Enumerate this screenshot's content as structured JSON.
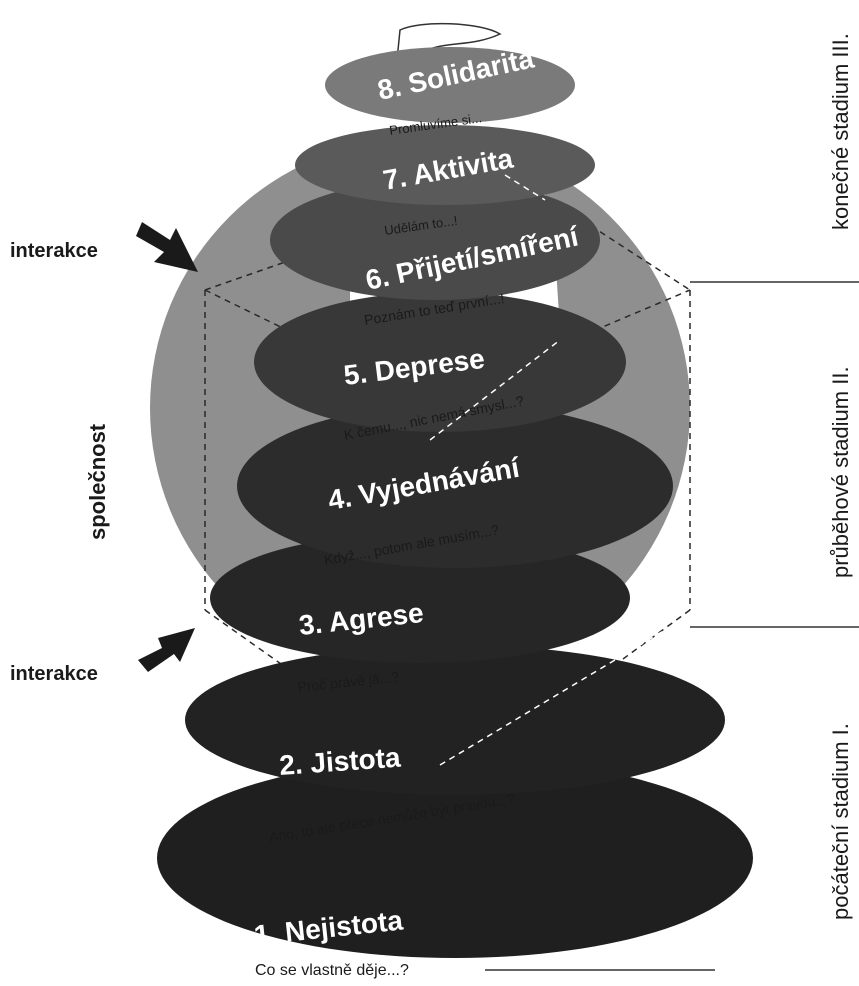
{
  "diagram": {
    "levels": [
      {
        "title": "1. Nejistota"
      },
      {
        "title": "2. Jistota"
      },
      {
        "title": "3. Agrese"
      },
      {
        "title": "4. Vyjednávání"
      },
      {
        "title": "5. Deprese"
      },
      {
        "title": "6. Přijetí/smíření"
      },
      {
        "title": "7. Aktivita"
      },
      {
        "title": "8. Solidarita"
      }
    ],
    "phrases": [
      "Ano, to ale přece nemůže být pravda...?",
      "Proč právě já...?",
      "Když..., potom ale musím...?",
      "K čemu..., nic nemá smysl...?",
      "Poznám to teď první...!",
      "Udělám to...!",
      "Promluvíme si..."
    ],
    "society_label": "společnost",
    "interaction_top": "interakce",
    "interaction_bottom": "interakce",
    "stage_labels": {
      "initial": "počáteční stadium I.",
      "transitional": "průběhové stadium II.",
      "final": "konečné stadium III."
    },
    "bottom_question": "Co se vlastně děje...?",
    "colors": {
      "dark": "#1f1f1f",
      "mid": "#3a3a3a",
      "light": "#6d6d6d",
      "sphere": "#8a8a8a",
      "ribbon": "#ffffff"
    }
  }
}
